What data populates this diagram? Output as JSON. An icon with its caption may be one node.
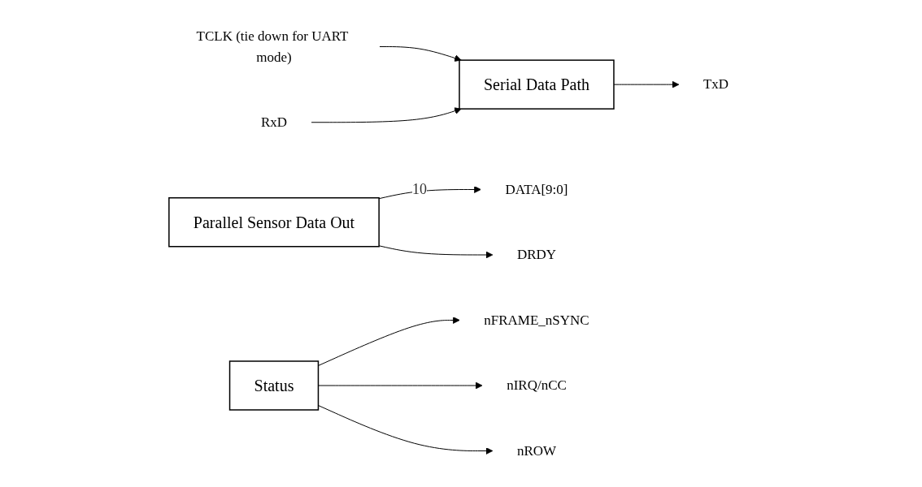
{
  "diagram": {
    "nodes": [
      {
        "text": [
          "Serial  Data  Path"
        ]
      },
      {
        "text": [
          "TCLK (tie down for UART mode)"
        ]
      },
      {
        "text": [
          "RxD"
        ]
      },
      {
        "text": [
          "TxD"
        ]
      },
      {
        "text": [
          "Parallel Sensor Data Out"
        ]
      },
      {
        "text": [
          "DATA[9:0]"
        ]
      },
      {
        "text": [
          "DRDY"
        ]
      },
      {
        "text": [
          "Status"
        ]
      },
      {
        "text": [
          "nFRAME_nSYNC"
        ]
      },
      {
        "text": [
          "nIRQ/nCC"
        ]
      },
      {
        "text": [
          "nROW"
        ]
      }
    ],
    "edges": [
      {
        "from": 1,
        "to": 0,
        "arrow": "to"
      },
      {
        "from": 2,
        "to": 0,
        "arrow": "to"
      },
      {
        "from": 0,
        "to": 3,
        "arrow": "to"
      },
      {
        "from": 4,
        "to": 5,
        "arrow": "to",
        "label": "10"
      },
      {
        "from": 4,
        "to": 6,
        "arrow": "to"
      },
      {
        "from": 7,
        "to": 8,
        "arrow": "to"
      },
      {
        "from": 7,
        "to": 9,
        "arrow": "to"
      },
      {
        "from": 7,
        "to": 10,
        "arrow": "to"
      }
    ]
  }
}
